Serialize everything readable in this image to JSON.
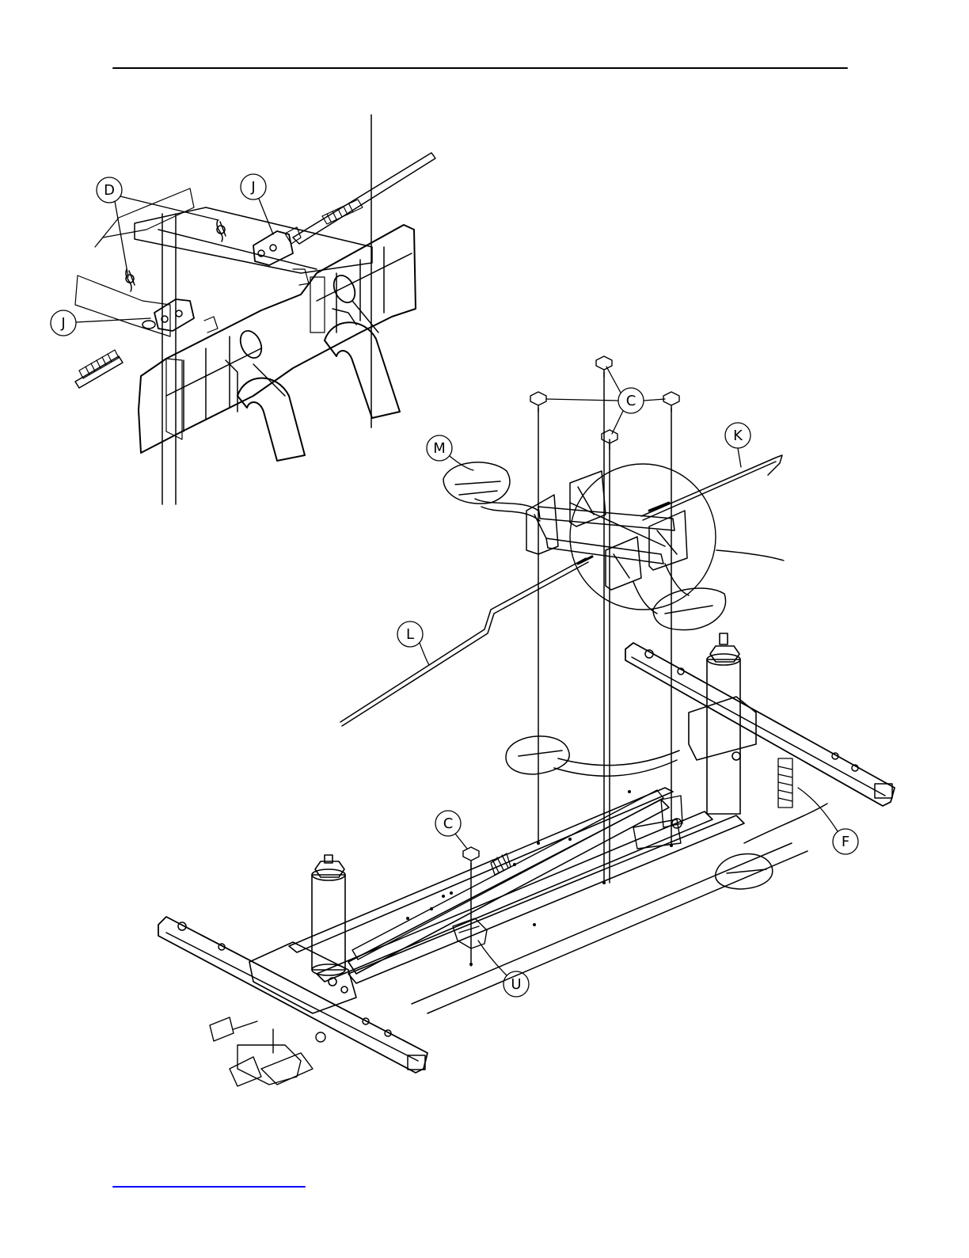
{
  "callouts": {
    "d": "D",
    "j_upper": "J",
    "j_lower": "J",
    "c_top": "C",
    "c_bottom": "C",
    "m": "M",
    "k": "K",
    "l": "L",
    "f": "F",
    "u": "U"
  },
  "colors": {
    "ink": "#000000",
    "footer_link": "#0000ff"
  }
}
